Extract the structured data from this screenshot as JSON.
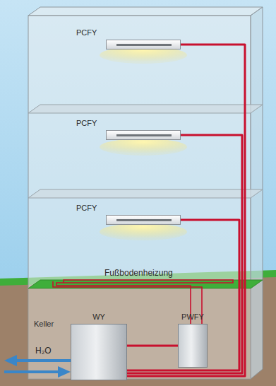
{
  "diagram": {
    "nodes": [
      {
        "text": [
          "PCFY"
        ]
      },
      {
        "text": [
          "PCFY"
        ]
      },
      {
        "text": [
          "PCFY"
        ]
      },
      {
        "text": [
          "WY"
        ]
      },
      {
        "text": [
          "PWFY"
        ]
      }
    ],
    "edges": [
      {
        "from": 3,
        "to": 0,
        "arrow": "none"
      },
      {
        "from": 3,
        "to": 1,
        "arrow": "none"
      },
      {
        "from": 3,
        "to": 2,
        "arrow": "none"
      },
      {
        "from": 3,
        "to": 4,
        "arrow": "none"
      }
    ],
    "labels": [
      "Fußbodenheizung",
      "Keller",
      "H₂O"
    ]
  }
}
